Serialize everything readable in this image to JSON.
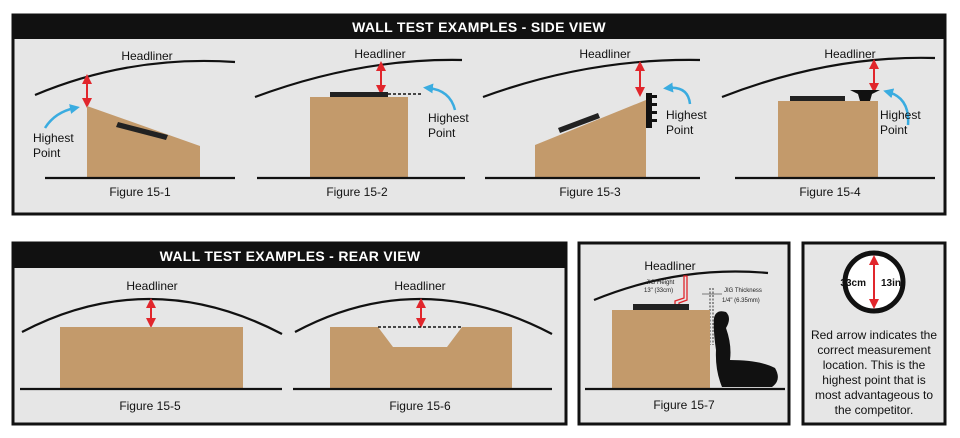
{
  "side_view": {
    "title": "WALL TEST EXAMPLES - SIDE VIEW",
    "figures": [
      {
        "caption": "Figure 15-1",
        "headliner": "Headliner",
        "highest_1": "Highest",
        "highest_2": "Point"
      },
      {
        "caption": "Figure 15-2",
        "headliner": "Headliner",
        "highest_1": "Highest",
        "highest_2": "Point"
      },
      {
        "caption": "Figure 15-3",
        "headliner": "Headliner",
        "highest_1": "Highest",
        "highest_2": "Point"
      },
      {
        "caption": "Figure 15-4",
        "headliner": "Headliner",
        "highest_1": "Highest",
        "highest_2": "Point"
      }
    ]
  },
  "rear_view": {
    "title": "WALL TEST EXAMPLES - REAR VIEW",
    "figures": [
      {
        "caption": "Figure 15-5",
        "headliner": "Headliner"
      },
      {
        "caption": "Figure 15-6",
        "headliner": "Headliner"
      }
    ]
  },
  "jig_figure": {
    "caption": "Figure 15-7",
    "headliner": "Headliner",
    "jig_height_1": "JIG Height",
    "jig_height_2": "13\" (33cm)",
    "jig_thickness_1": "JIG Thickness",
    "jig_thickness_2": "1/4\" (6.35mm)"
  },
  "legend": {
    "metric": "33cm",
    "imperial": "13in",
    "lines": [
      "Red arrow indicates the",
      "correct measurement",
      "location. This is the",
      "highest point that is",
      "most advantageous to",
      "the competitor."
    ]
  },
  "colors": {
    "panel": "#e6e6e6",
    "box": "#c39a6b",
    "red": "#e1262c",
    "blue": "#3aace0"
  }
}
